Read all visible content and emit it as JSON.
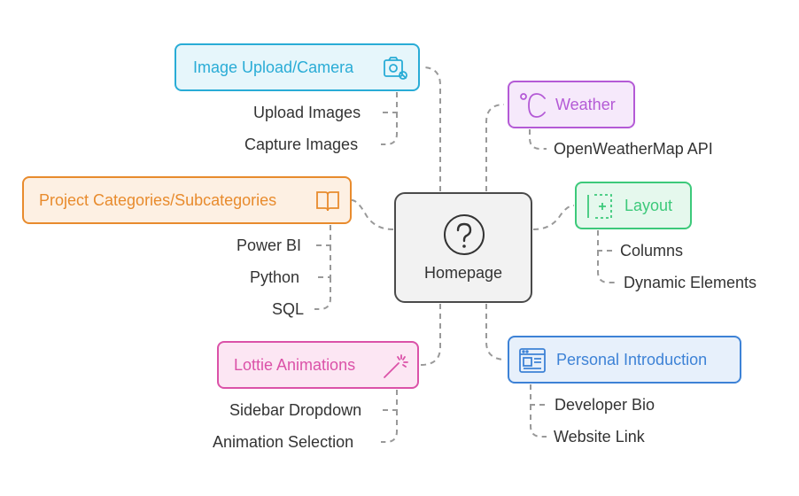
{
  "center": {
    "label": "Homepage",
    "icon": "question-mark-icon"
  },
  "colors": {
    "connector": "#999999",
    "image_upload": "#29acd6",
    "weather": "#b45ad6",
    "project": "#e88b2d",
    "layout": "#3cc97a",
    "lottie": "#db52a8",
    "personal": "#3d82d6"
  },
  "branches": {
    "image_upload": {
      "label": "Image Upload/Camera",
      "icon": "camera-upload-icon",
      "children": [
        "Upload Images",
        "Capture Images"
      ]
    },
    "weather": {
      "label": "Weather",
      "icon": "celsius-icon",
      "children": [
        "OpenWeatherMap API"
      ]
    },
    "project": {
      "label": "Project Categories/Subcategories",
      "icon": "open-book-icon",
      "children": [
        "Power BI",
        "Python",
        "SQL"
      ]
    },
    "layout": {
      "label": "Layout",
      "icon": "layout-columns-icon",
      "children": [
        "Columns",
        "Dynamic Elements"
      ]
    },
    "lottie": {
      "label": "Lottie Animations",
      "icon": "magic-wand-icon",
      "children": [
        "Sidebar Dropdown",
        "Animation Selection"
      ]
    },
    "personal": {
      "label": "Personal Introduction",
      "icon": "profile-window-icon",
      "children": [
        "Developer Bio",
        "Website Link"
      ]
    }
  }
}
